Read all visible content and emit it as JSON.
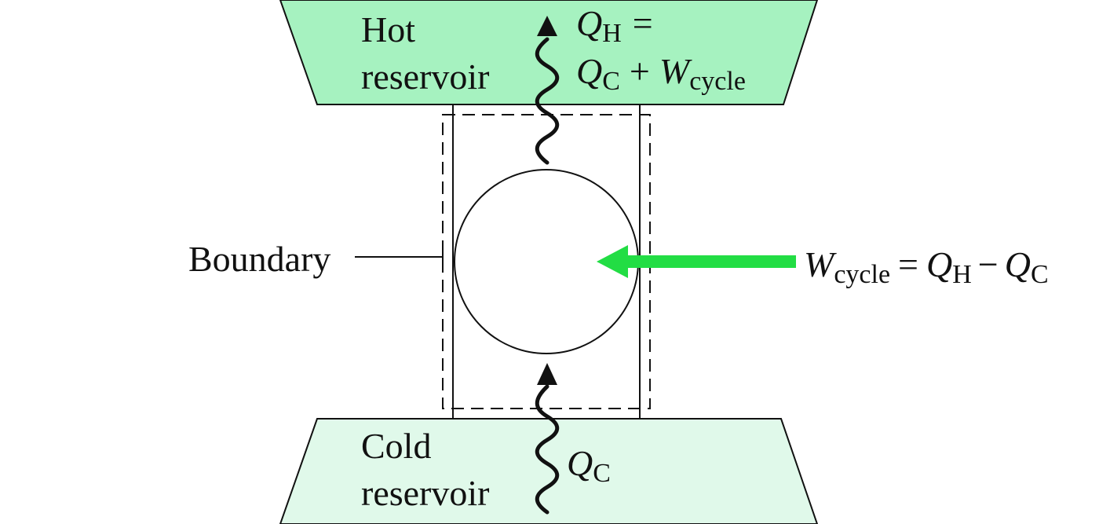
{
  "hot_reservoir": {
    "label_line1": "Hot",
    "label_line2": "reservoir",
    "color": "#a6f2c0"
  },
  "cold_reservoir": {
    "label_line1": "Cold",
    "label_line2": "reservoir",
    "color": "#e0f9ea"
  },
  "boundary": {
    "label": "Boundary"
  },
  "heat_hot": {
    "symbol": "Q",
    "subscript": "H",
    "equals": "=",
    "line2_q": "Q",
    "line2_q_sub": "C",
    "line2_plus": "+",
    "line2_w": "W",
    "line2_w_sub": "cycle"
  },
  "heat_cold": {
    "symbol": "Q",
    "subscript": "C"
  },
  "work": {
    "w": "W",
    "w_sub": "cycle",
    "equals": "=",
    "qh": "Q",
    "qh_sub": "H",
    "minus": "−",
    "qc": "Q",
    "qc_sub": "C",
    "arrow_color": "#22dd44"
  }
}
